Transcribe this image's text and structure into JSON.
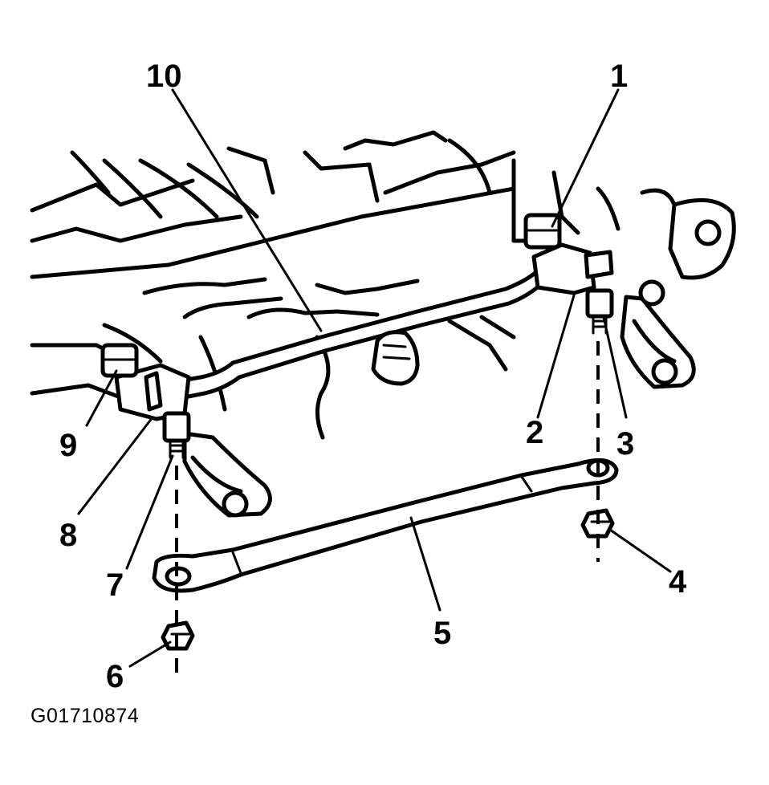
{
  "figure": {
    "id_code": "G01710874",
    "callouts": [
      {
        "number": "1",
        "label": "1"
      },
      {
        "number": "2",
        "label": "2"
      },
      {
        "number": "3",
        "label": "3"
      },
      {
        "number": "4",
        "label": "4"
      },
      {
        "number": "5",
        "label": "5"
      },
      {
        "number": "6",
        "label": "6"
      },
      {
        "number": "7",
        "label": "7"
      },
      {
        "number": "8",
        "label": "8"
      },
      {
        "number": "9",
        "label": "9"
      },
      {
        "number": "10",
        "label": "10"
      }
    ]
  },
  "colors": {
    "ink": "#000000",
    "background": "#ffffff"
  }
}
